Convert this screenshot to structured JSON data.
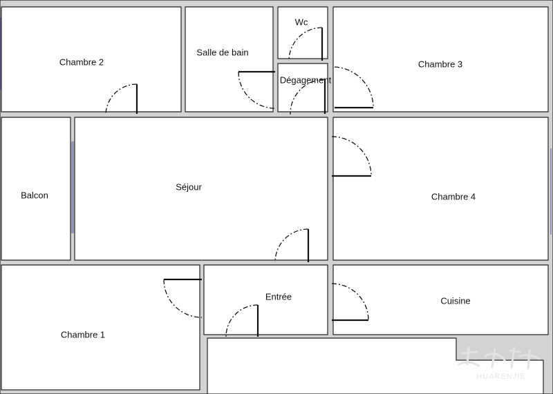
{
  "plan": {
    "rooms": [
      {
        "id": "chambre-2",
        "label": "Chambre 2"
      },
      {
        "id": "salle-de-bain",
        "label": "Salle de bain"
      },
      {
        "id": "wc",
        "label": "Wc"
      },
      {
        "id": "degagement",
        "label": "Dégagement"
      },
      {
        "id": "chambre-3",
        "label": "Chambre 3"
      },
      {
        "id": "balcon",
        "label": "Balcon"
      },
      {
        "id": "sejour",
        "label": "Séjour"
      },
      {
        "id": "chambre-4",
        "label": "Chambre 4"
      },
      {
        "id": "entree",
        "label": "Entrée"
      },
      {
        "id": "cuisine",
        "label": "Cuisine"
      },
      {
        "id": "chambre-1",
        "label": "Chambre 1"
      }
    ],
    "watermark": {
      "logo_icon": "calligraphy-logo-icon",
      "text": "HUARENJIE"
    },
    "colors": {
      "wall": "#d3d3d3",
      "line": "#111111",
      "window": "#6a6aa6",
      "background": "#ffffff"
    }
  }
}
